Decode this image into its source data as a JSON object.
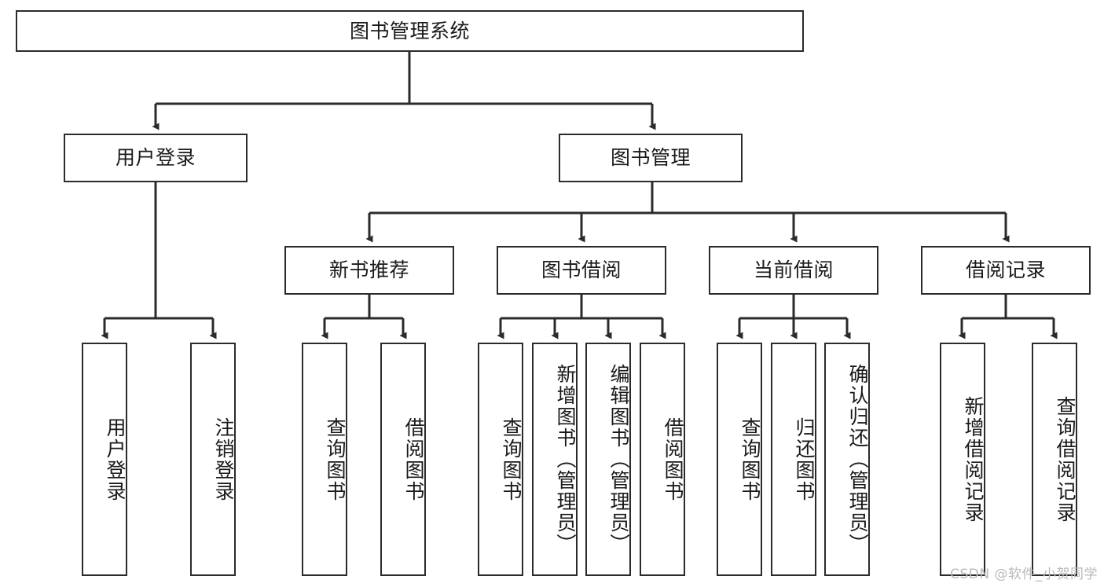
{
  "diagram": {
    "title": "图书管理系统",
    "type": "tree",
    "watermark": "CSDN @软件_小贺同学",
    "line_color": "#2b2b2b",
    "box_fill": "#ffffff",
    "text_color": "#1a1a1a",
    "nodes": {
      "root": {
        "label": "图书管理系统"
      },
      "level2": [
        {
          "label": "用户登录"
        },
        {
          "label": "图书管理"
        }
      ],
      "level3": [
        {
          "label": "新书推荐"
        },
        {
          "label": "图书借阅"
        },
        {
          "label": "当前借阅"
        },
        {
          "label": "借阅记录"
        }
      ],
      "leaves": {
        "user_login": [
          {
            "label": "用户登录"
          },
          {
            "label": "注销登录"
          }
        ],
        "new_book_recommend": [
          {
            "label": "查询图书"
          },
          {
            "label": "借阅图书"
          }
        ],
        "book_borrow": [
          {
            "label": "查询图书"
          },
          {
            "label": "新增图书（管理员）"
          },
          {
            "label": "编辑图书（管理员）"
          },
          {
            "label": "借阅图书"
          }
        ],
        "current_borrow": [
          {
            "label": "查询图书"
          },
          {
            "label": "归还图书"
          },
          {
            "label": "确认归还（管理员）"
          }
        ],
        "borrow_record": [
          {
            "label": "新增借阅记录"
          },
          {
            "label": "查询借阅记录"
          }
        ]
      }
    }
  }
}
